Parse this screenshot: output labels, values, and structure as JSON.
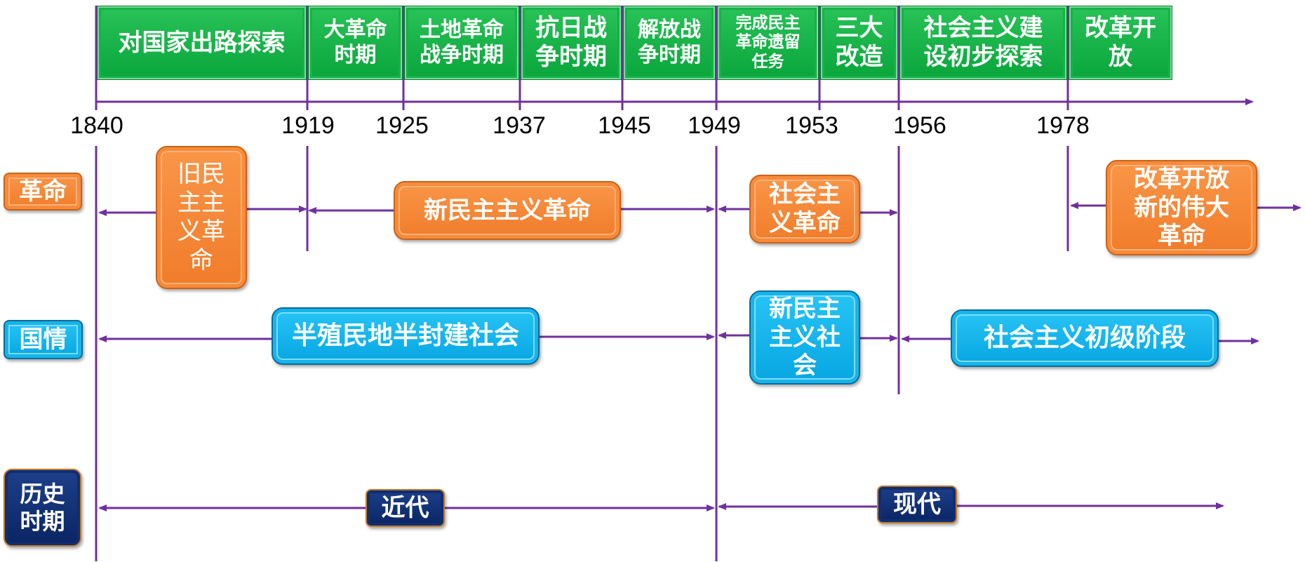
{
  "periods": [
    {
      "label": "对国家出路探索"
    },
    {
      "label": "大革命\n时期"
    },
    {
      "label": "土地革命\n战争时期"
    },
    {
      "label": "抗日战\n争时期"
    },
    {
      "label": "解放战\n争时期"
    },
    {
      "label": "完成民主\n革命遗留\n任务"
    },
    {
      "label": "三大\n改造"
    },
    {
      "label": "社会主义建\n设初步探索"
    },
    {
      "label": "改革开\n放"
    }
  ],
  "years": [
    "1840",
    "1919",
    "1925",
    "1937",
    "1945",
    "1949",
    "1953",
    "1956",
    "1978"
  ],
  "rows": {
    "revolution": {
      "label": "革命",
      "items": [
        "旧民\n主主\n义革\n命",
        "新民主主义革命",
        "社会主\n义革命",
        "改革开放\n新的伟大\n革命"
      ]
    },
    "national": {
      "label": "国情",
      "items": [
        "半殖民地半封建社会",
        "新民主\n主义社\n会",
        "社会主义初级阶段"
      ]
    },
    "history": {
      "label": "历史\n时期",
      "items": [
        "近代",
        "现代"
      ]
    }
  },
  "colors": {
    "line": "#7030a0",
    "green": "#0fae45",
    "orange": "#f5862f",
    "blue": "#10b2ee",
    "navy": "#0d2b6b"
  }
}
